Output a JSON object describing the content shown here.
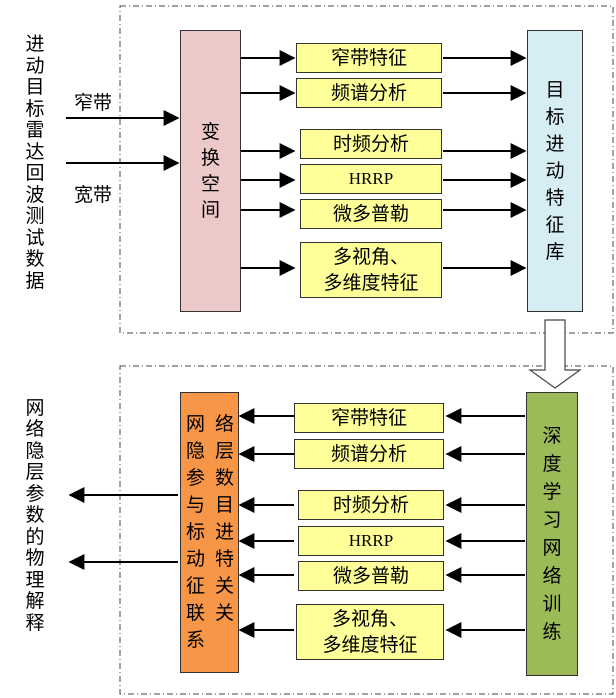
{
  "input_label_chars": [
    "进",
    "动",
    "目",
    "标",
    "雷",
    "达",
    "回",
    "波",
    "测",
    "试",
    "数",
    "据"
  ],
  "narrowband_label": "窄带",
  "wideband_label": "宽带",
  "transform_chars": [
    "变",
    "换",
    "空",
    "间"
  ],
  "top_features": {
    "narrowband": "窄带特征",
    "spectrum": "频谱分析",
    "timefreq": "时频分析",
    "hrrp": "HRRP",
    "microdoppler": "微多普勒",
    "multiview_line1": "多视角、",
    "multiview_line2": "多维度特征"
  },
  "featlib_chars": [
    "目",
    "标",
    "进",
    "动",
    "特",
    "征",
    "库"
  ],
  "deep_chars": [
    "深",
    "度",
    "学",
    "习",
    "网",
    "络",
    "训",
    "练"
  ],
  "bottom_features": {
    "narrowband": "窄带特征",
    "spectrum": "频谱分析",
    "timefreq": "时频分析",
    "hrrp": "HRRP",
    "microdoppler": "微多普勒",
    "multiview_line1": "多视角、",
    "multiview_line2": "多维度特征"
  },
  "assoc_chars": [
    "网",
    "络",
    "隐",
    "层",
    "参",
    "数",
    "与",
    "目",
    "标",
    "进",
    "动",
    "特",
    "征",
    "关",
    "联",
    "关",
    "系"
  ],
  "output_label_chars": [
    "网",
    "络",
    "隐",
    "层",
    "参",
    "数",
    "的",
    "物",
    "理",
    "解",
    "释"
  ]
}
